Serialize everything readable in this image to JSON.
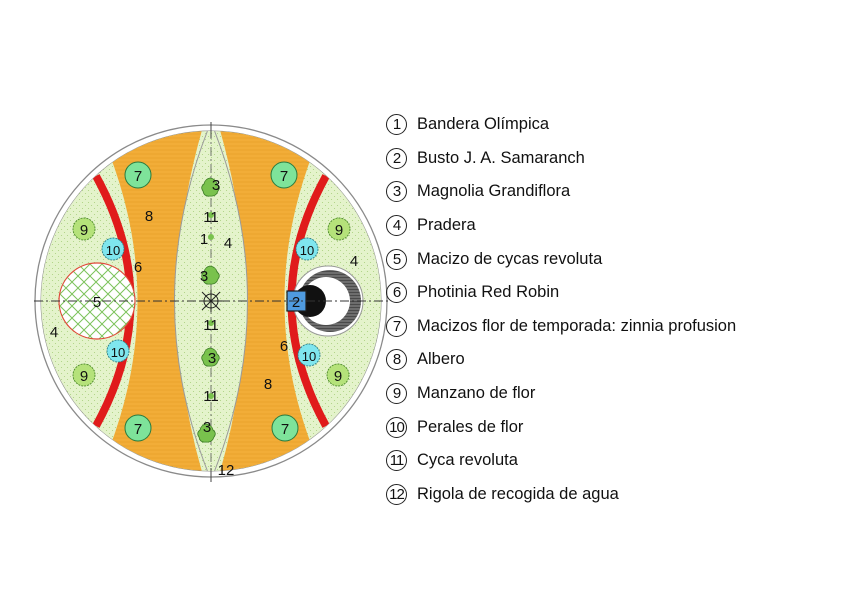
{
  "plan": {
    "labels": {
      "b1": "1",
      "b2": "2",
      "b4_left": "4",
      "b4_centre": "4",
      "b4_right": "4",
      "b5": "5",
      "b6_left": "6",
      "b6_right": "6",
      "b8_left": "8",
      "b8_right": "8",
      "b12": "12",
      "c7_tl": "7",
      "c7_tr": "7",
      "c7_bl": "7",
      "c7_br": "7",
      "c9_tl": "9",
      "c9_tr": "9",
      "c9_bl": "9",
      "c9_br": "9",
      "c10_tl": "10",
      "c10_tr": "10",
      "c10_bl": "10",
      "c10_br": "10",
      "m3_1": "3",
      "m3_2": "3",
      "m3_3": "3",
      "m3_4": "3",
      "c11_1": "11",
      "c11_2": "11",
      "c11_3": "11"
    }
  },
  "legend": {
    "items": [
      {
        "num": "1",
        "label": "Bandera Olímpica"
      },
      {
        "num": "2",
        "label": "Busto J. A. Samaranch"
      },
      {
        "num": "3",
        "label": "Magnolia Grandiflora"
      },
      {
        "num": "4",
        "label": "Pradera"
      },
      {
        "num": "5",
        "label": "Macizo de cycas revoluta"
      },
      {
        "num": "6",
        "label": "Photinia Red Robin"
      },
      {
        "num": "7",
        "label": "Macizos flor de temporada: zinnia profusion"
      },
      {
        "num": "8",
        "label": "Albero"
      },
      {
        "num": "9",
        "label": "Manzano de flor"
      },
      {
        "num": "10",
        "label": "Perales de flor"
      },
      {
        "num": "11",
        "label": "Cyca revoluta"
      },
      {
        "num": "12",
        "label": "Rigola de recogida de agua"
      }
    ]
  },
  "colors": {
    "albero": "#f2ad38",
    "pradera": "#e3f2c8",
    "photinia": "#e01b1b",
    "flower_bed": "#7ee39a",
    "pear_tree": "#7fe6ee",
    "apple_tree": "#b5e27a",
    "magnolia": "#79c24d",
    "bust": "#4f9be0"
  }
}
